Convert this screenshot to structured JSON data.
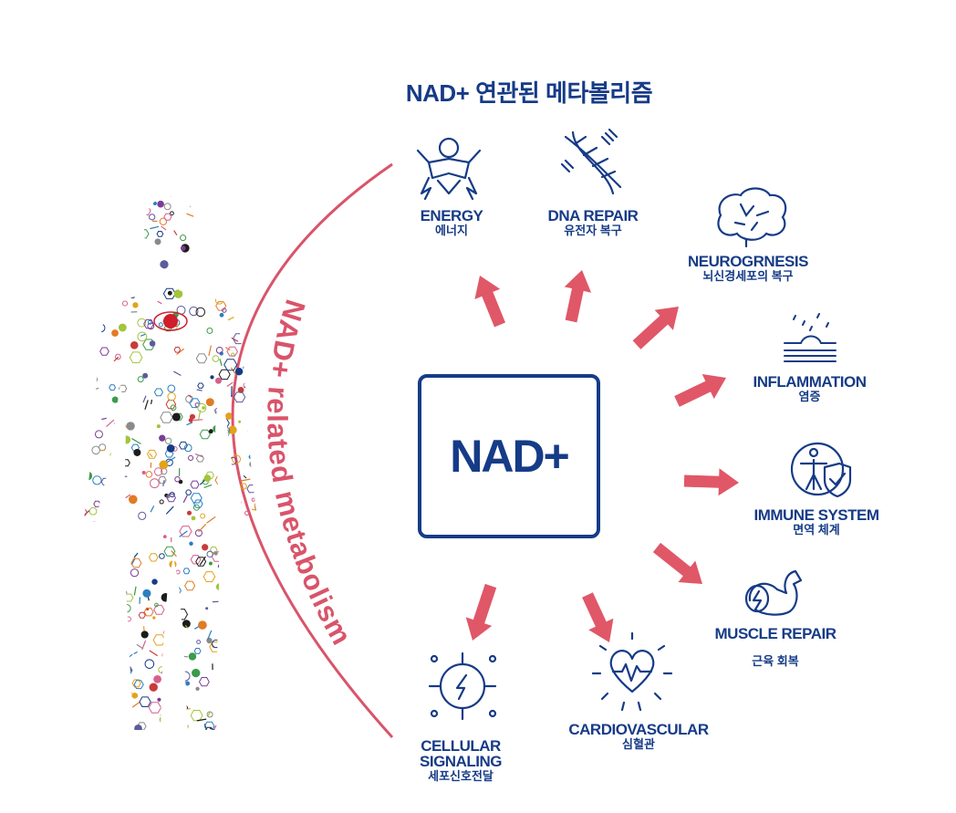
{
  "title": "NAD+ 연관된 메타볼리즘",
  "center_label": "NAD+",
  "arc_label": "NAD+ related metabolism",
  "colors": {
    "navy": "#163b87",
    "arrow": "#e05768",
    "arc": "#d9546a"
  },
  "outputs": [
    {
      "en": "ENERGY",
      "ko": "에너지",
      "icon": "energy-person-icon"
    },
    {
      "en": "DNA REPAIR",
      "ko": "유전자 복구",
      "icon": "dna-icon"
    },
    {
      "en": "NEUROGRNESIS",
      "ko": "뇌신경세포의 복구",
      "icon": "brain-icon"
    },
    {
      "en": "INFLAMMATION",
      "ko": "염증",
      "icon": "skin-inflammation-icon"
    },
    {
      "en": "IMMUNE SYSTEM",
      "ko": "면역 체계",
      "icon": "immune-shield-icon"
    },
    {
      "en": "MUSCLE REPAIR",
      "ko": "근육 회복",
      "icon": "muscle-arm-icon"
    },
    {
      "en": "CARDIOVASCULAR",
      "ko": "심혈관",
      "icon": "heart-pulse-icon"
    },
    {
      "en1": "CELLULAR",
      "en2": "SIGNALING",
      "ko": "세포신호전달",
      "icon": "cell-signal-icon"
    }
  ]
}
